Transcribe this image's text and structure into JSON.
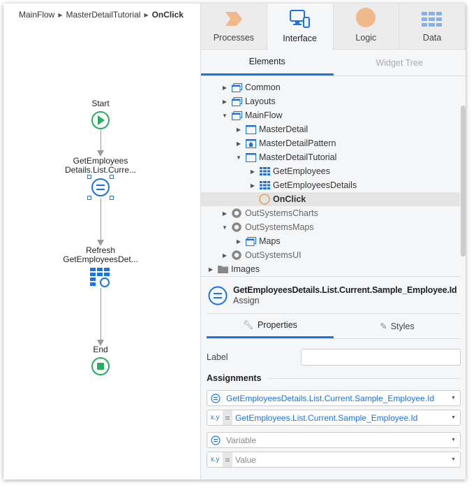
{
  "breadcrumb": [
    "MainFlow",
    "MasterDetailTutorial",
    "OnClick"
  ],
  "flow": {
    "start": "Start",
    "assign_label": [
      "GetEmployees",
      "Details.List.Curre..."
    ],
    "refresh_label": [
      "Refresh",
      "GetEmployeesDet..."
    ],
    "end": "End"
  },
  "top_tabs": [
    "Processes",
    "Interface",
    "Logic",
    "Data"
  ],
  "sub_tabs": [
    "Elements",
    "Widget Tree"
  ],
  "tree": [
    {
      "label": "Common",
      "level": 1,
      "exp": false,
      "icon": "flow"
    },
    {
      "label": "Layouts",
      "level": 1,
      "exp": false,
      "icon": "flow"
    },
    {
      "label": "MainFlow",
      "level": 1,
      "exp": true,
      "icon": "flow"
    },
    {
      "label": "MasterDetail",
      "level": 2,
      "exp": false,
      "icon": "screen"
    },
    {
      "label": "MasterDetailPattern",
      "level": 2,
      "exp": false,
      "icon": "home"
    },
    {
      "label": "MasterDetailTutorial",
      "level": 2,
      "exp": true,
      "icon": "screen"
    },
    {
      "label": "GetEmployees",
      "level": 3,
      "exp": false,
      "icon": "aggregate"
    },
    {
      "label": "GetEmployeesDetails",
      "level": 3,
      "exp": false,
      "icon": "aggregate"
    },
    {
      "label": "OnClick",
      "level": 3,
      "exp": null,
      "icon": "action",
      "selected": true
    },
    {
      "label": "OutSystemsCharts",
      "level": 1,
      "exp": false,
      "icon": "module"
    },
    {
      "label": "OutSystemsMaps",
      "level": 1,
      "exp": true,
      "icon": "module"
    },
    {
      "label": "Maps",
      "level": 2,
      "exp": false,
      "icon": "flow"
    },
    {
      "label": "OutSystemsUI",
      "level": 1,
      "exp": false,
      "icon": "module"
    },
    {
      "label": "Images",
      "level": 0,
      "exp": false,
      "icon": "folder"
    }
  ],
  "selected": {
    "title": "GetEmployeesDetails.List.Current.Sample_Employee.Id",
    "type": "Assign"
  },
  "prop_tabs": [
    "Properties",
    "Styles"
  ],
  "label_field": {
    "label": "Label",
    "value": ""
  },
  "assignments_title": "Assignments",
  "assignments": [
    {
      "variable": "GetEmployeesDetails.List.Current.Sample_Employee.Id",
      "value": "GetEmployees.List.Current.Sample_Employee.Id",
      "placeholder": false
    },
    {
      "variable": "Variable",
      "value": "Value",
      "placeholder": true
    }
  ],
  "xy": "x.y",
  "eq": "=",
  "colors": {
    "accent": "#1a73e8",
    "start": "#27ae60",
    "orange": "#f0b98a"
  }
}
